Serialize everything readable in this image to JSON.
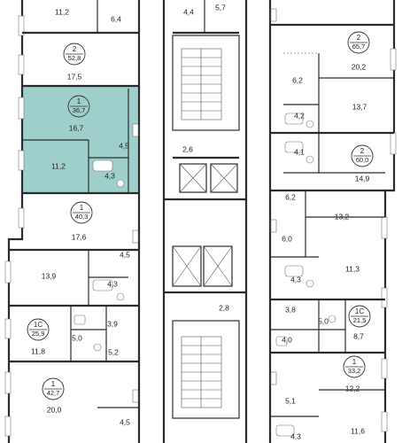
{
  "colors": {
    "highlight_fill": "#9ecfca",
    "highlight_stroke": "#4e9e98",
    "wall": "#2b2b2b",
    "background": "#ffffff"
  },
  "apartments": [
    {
      "id": "apt-left-2",
      "rooms": "2",
      "area": "52,8"
    },
    {
      "id": "apt-left-1-highlighted",
      "rooms": "1",
      "area": "36,7"
    },
    {
      "id": "apt-left-1-b",
      "rooms": "1",
      "area": "40,3"
    },
    {
      "id": "apt-left-1c",
      "rooms": "1С",
      "area": "25,9"
    },
    {
      "id": "apt-left-1-c",
      "rooms": "1",
      "area": "42,7"
    },
    {
      "id": "apt-right-2-a",
      "rooms": "2",
      "area": "65,7"
    },
    {
      "id": "apt-right-2-b",
      "rooms": "2",
      "area": "60,0"
    },
    {
      "id": "apt-right-1c",
      "rooms": "1С",
      "area": "21,5"
    },
    {
      "id": "apt-right-1",
      "rooms": "1",
      "area": "33,2"
    }
  ],
  "rooms": [
    {
      "id": "l-top-room",
      "area": "11,2"
    },
    {
      "id": "l-top-small",
      "area": "6,4"
    },
    {
      "id": "l-2-living",
      "area": "17,5"
    },
    {
      "id": "l-hl-living",
      "area": "16,7"
    },
    {
      "id": "l-hl-hall",
      "area": "4,5"
    },
    {
      "id": "l-hl-kitchen",
      "area": "11,2"
    },
    {
      "id": "l-hl-bath",
      "area": "4,3"
    },
    {
      "id": "l-b-living",
      "area": "17,6"
    },
    {
      "id": "l-b-hall",
      "area": "4,5"
    },
    {
      "id": "l-d-room",
      "area": "13,9"
    },
    {
      "id": "l-d-bath",
      "area": "4,3"
    },
    {
      "id": "l-1c-hall",
      "area": "5,0"
    },
    {
      "id": "l-1c-bath",
      "area": "3,9"
    },
    {
      "id": "l-1c-room",
      "area": "11,8"
    },
    {
      "id": "l-1c-hall2",
      "area": "5,2"
    },
    {
      "id": "l-c-living",
      "area": "20,0"
    },
    {
      "id": "l-c-hall",
      "area": "4,5"
    },
    {
      "id": "c-top-left",
      "area": "4,4"
    },
    {
      "id": "c-top-right",
      "area": "5,7"
    },
    {
      "id": "c-lobby-upper",
      "area": "2,6"
    },
    {
      "id": "c-lobby-lower",
      "area": "2,8"
    },
    {
      "id": "r-a-living",
      "area": "20,2"
    },
    {
      "id": "r-a-hall",
      "area": "6,2"
    },
    {
      "id": "r-a-room",
      "area": "13,7"
    },
    {
      "id": "r-a-bath",
      "area": "4,2"
    },
    {
      "id": "r-b-bath",
      "area": "4,1"
    },
    {
      "id": "r-b-living",
      "area": "14,9"
    },
    {
      "id": "r-b-hall",
      "area": "6,2"
    },
    {
      "id": "r-e-room",
      "area": "13,2"
    },
    {
      "id": "r-e-hall",
      "area": "6,0"
    },
    {
      "id": "r-e-living",
      "area": "11,3"
    },
    {
      "id": "r-e-bath",
      "area": "4,3"
    },
    {
      "id": "r-1c-hall",
      "area": "3,8"
    },
    {
      "id": "r-1c-wc",
      "area": "5,0"
    },
    {
      "id": "r-1c-bath",
      "area": "4,0"
    },
    {
      "id": "r-1c-room",
      "area": "8,7"
    },
    {
      "id": "r-1-living",
      "area": "12,2"
    },
    {
      "id": "r-1-hall",
      "area": "5,1"
    },
    {
      "id": "r-1-room",
      "area": "11,6"
    },
    {
      "id": "r-1-bath",
      "area": "4,3"
    }
  ]
}
